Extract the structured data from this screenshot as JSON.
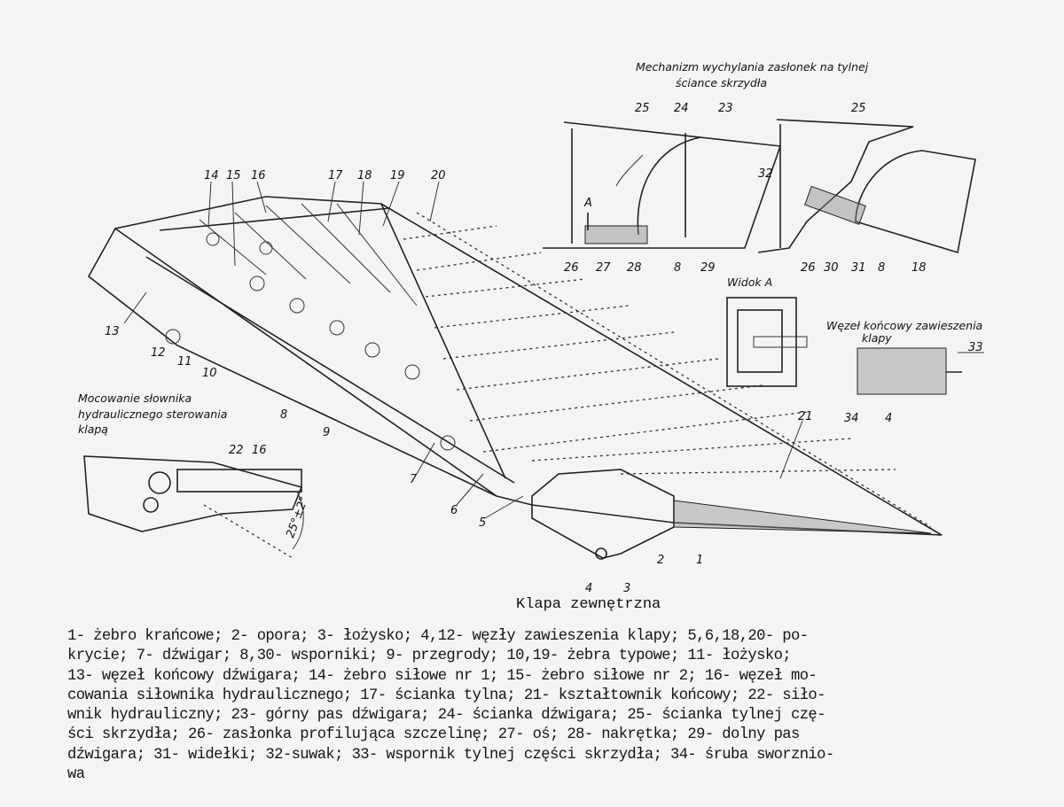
{
  "main_title": "Klapa zewnętrzna",
  "mechanism_title_line1": "Mechanizm wychylania zasłonek na tylnej",
  "mechanism_title_line2": "ściance skrzydła",
  "view_a_title": "Widok A",
  "view_a_marker": "A",
  "end_node_title_line1": "Węzeł końcowy zawieszenia",
  "end_node_title_line2": "klapy",
  "actuator_title_line1": "Mocowanie słownika",
  "actuator_title_line2": "hydraulicznego sterowania",
  "actuator_title_line3": "klapą",
  "angle_label": "25°±2°",
  "flap_labels": [
    "14",
    "15",
    "16",
    "17",
    "18",
    "19",
    "20",
    "13",
    "12",
    "11",
    "10",
    "8",
    "9",
    "7",
    "6",
    "5",
    "4",
    "3",
    "2",
    "1",
    "21"
  ],
  "actuator_labels": [
    "22",
    "16"
  ],
  "mech_left_labels": [
    "25",
    "24",
    "23",
    "26",
    "27",
    "28",
    "8",
    "29"
  ],
  "mech_right_labels": [
    "25",
    "32",
    "26",
    "30",
    "31",
    "8",
    "18"
  ],
  "end_node_labels": [
    "33",
    "34",
    "4"
  ],
  "legend_text": "1- żebro krańcowe; 2- opora; 3- łożysko; 4,12- węzły zawieszenia klapy; 5,6,18,20- po-\nkrycie; 7- dźwigar; 8,30- wsporniki; 9- przegrody; 10,19- żebra typowe; 11- łożysko;\n13- węzeł końcowy dźwigara; 14- żebro siłowe nr 1; 15- żebro siłowe nr 2; 16- węzeł mo-\ncowania siłownika hydraulicznego; 17- ścianka tylna; 21- kształtownik końcowy; 22- siło-\nwnik hydrauliczny; 23- górny pas dźwigara; 24- ścianka dźwigara; 25- ścianka tylnej czę-\nści skrzydła; 26- zasłonka profilująca szczelinę; 27- oś; 28- nakrętka; 29- dolny pas\ndźwigara; 31- widełki; 32-suwak; 33- wspornik tylnej części skrzydła; 34- śruba sworznio-\nwa"
}
